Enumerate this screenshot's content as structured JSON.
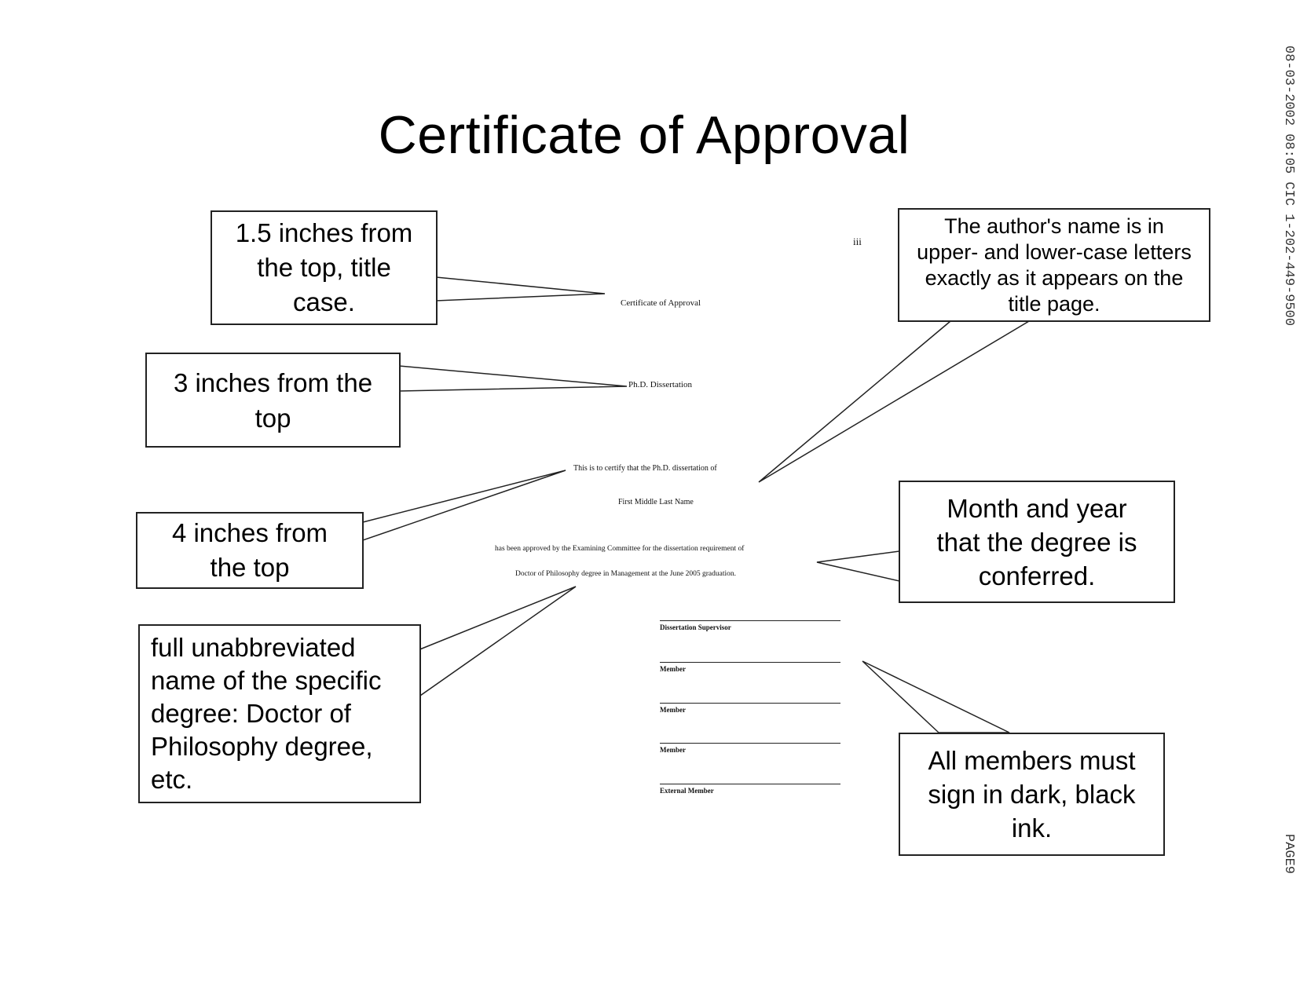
{
  "title": "Certificate of Approval",
  "fax_stamp": "08-03-2002 08:05   CIC 1-202-449-9500",
  "page_stamp": "PAGE9",
  "document": {
    "page_number": "iii",
    "title": "Certificate of Approval",
    "subtitle": "Ph.D. Dissertation",
    "certify_line": "This is to certify that the Ph.D. dissertation of",
    "author": "First Middle Last Name",
    "approval_line_1": "has been approved by the Examining Committee for the dissertation requirement of",
    "approval_line_2": "Doctor of Philosophy degree in Management at the June 2005 graduation.",
    "signature_labels": [
      "Dissertation Supervisor",
      "Member",
      "Member",
      "Member",
      "External Member"
    ]
  },
  "callouts": {
    "top_title": [
      "1.5 inches from",
      "the top, title",
      "case."
    ],
    "three_inches": [
      "3 inches from the",
      "top"
    ],
    "four_inches": [
      "4 inches from",
      "the top"
    ],
    "degree_name": [
      "full unabbreviated",
      "name of the specific",
      "degree:  Doctor of",
      "Philosophy degree,",
      "etc."
    ],
    "author_name": [
      "The author's name is in",
      "upper- and lower-case letters",
      "exactly as it appears on the",
      "title page."
    ],
    "month_year": [
      "Month and year",
      "that the degree is",
      "conferred."
    ],
    "black_ink": [
      "All members must",
      "sign in dark, black",
      "ink."
    ]
  }
}
